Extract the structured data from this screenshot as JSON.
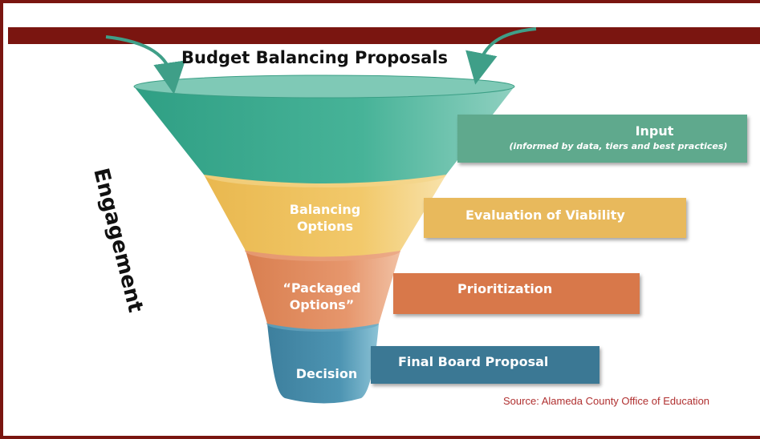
{
  "title": "Budget Balancing Proposals",
  "side_label": "Engagement",
  "funnel_stages": [
    {
      "label_lines": [
        "Balancing",
        "Options"
      ],
      "color": "#efc35f"
    },
    {
      "label_lines": [
        "“Packaged",
        "Options”"
      ],
      "color": "#e08c5c"
    },
    {
      "label_lines": [
        "Decision"
      ],
      "color": "#4a8aa6"
    }
  ],
  "funnel_top_color": "#3fae93",
  "bars": {
    "input": {
      "title": "Input",
      "subtitle": "(informed by data, tiers and best practices)",
      "color": "#5fa98d"
    },
    "evaluation": {
      "title": "Evaluation of Viability",
      "color": "#e8b95c"
    },
    "prioritization": {
      "title": "Prioritization",
      "color": "#d8784a"
    },
    "final": {
      "title": "Final Board Proposal",
      "color": "#3b7894"
    }
  },
  "source": "Source: Alameda County Office of Education",
  "accent_color": "#7a1510"
}
